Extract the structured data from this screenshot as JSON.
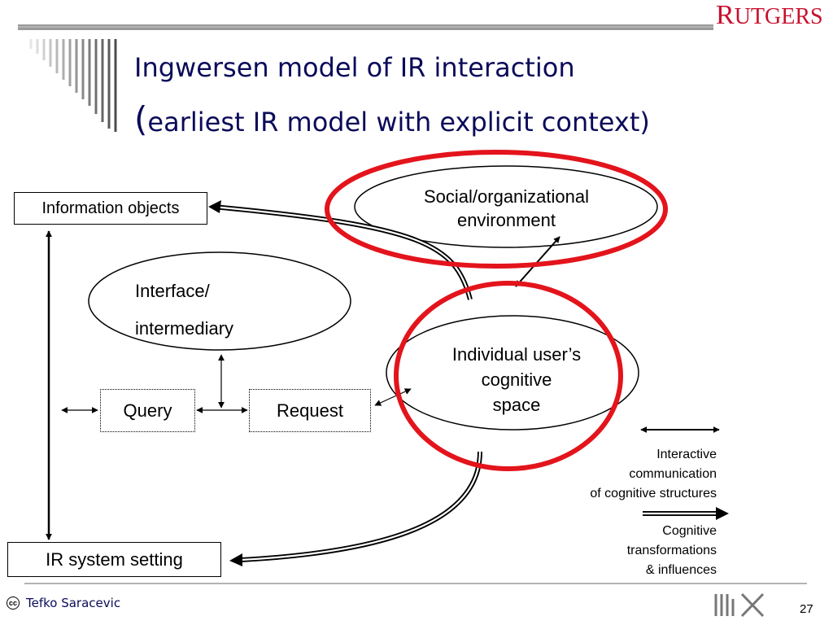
{
  "header": {
    "title_line1": "Ingwersen model of IR interaction",
    "title_line2_paren": "(",
    "title_line2_rest": "earliest IR model with explicit context)",
    "logo_first": "R",
    "logo_rest": "UTGERS"
  },
  "diagram": {
    "information_objects": "Information objects",
    "social_line1": "Social/organizational",
    "social_line2": "environment",
    "interface_line1": "Interface/",
    "interface_line2": "intermediary",
    "individual_line1": "Individual user’s",
    "individual_line2": "cognitive",
    "individual_line3": "space",
    "query": "Query",
    "request": "Request",
    "ir_system_setting": "IR system setting"
  },
  "legend": {
    "interactive_line1": "Interactive",
    "interactive_line2": "communication",
    "interactive_line3": "of cognitive structures",
    "cognitive_line1": "Cognitive",
    "cognitive_line2": "transformations",
    "cognitive_line3": "& influences"
  },
  "footer": {
    "cc_label": "cc",
    "author": "Tefko Saracevic",
    "page": "27"
  },
  "colors": {
    "highlight": "#e3141c",
    "title": "#0b0b5a",
    "logo": "#c8102e"
  }
}
